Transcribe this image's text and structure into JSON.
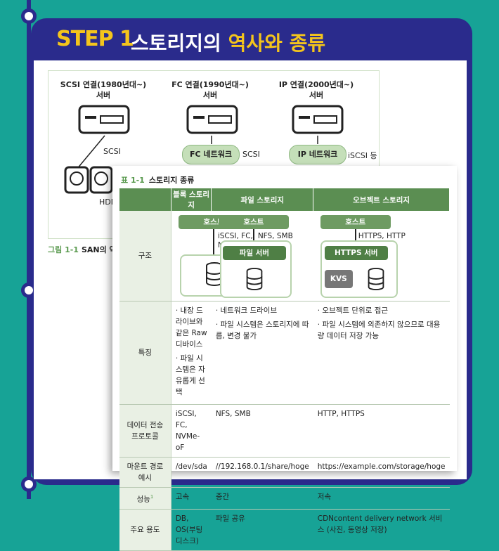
{
  "header": {
    "step": "STEP 1",
    "title_plain": "스토리지의",
    "title_emph": "역사와 종류"
  },
  "figure": {
    "columns": [
      {
        "title1": "SCSI 연결(1980년대~)",
        "title2": "서버",
        "link": "SCSI",
        "net": ""
      },
      {
        "title1": "FC 연결(1990년대~)",
        "title2": "서버",
        "link": "SCSI",
        "net": "FC 네트워크"
      },
      {
        "title1": "IP 연결(2000년대~)",
        "title2": "서버",
        "link": "iSCSI 등",
        "net": "IP 네트워크"
      }
    ],
    "hdd_label": "HDD",
    "caption_num": "그림 1-1",
    "caption_text": "SAN의 역사"
  },
  "table": {
    "label": "표 1-1",
    "title": "스토리지 종류",
    "headers": [
      "블록 스토리지",
      "파일 스토리지",
      "오브젝트 스토리지"
    ],
    "structure": {
      "row_label": "구조",
      "host": "호스트",
      "block_proto": "iSCSI, FC, NVMe-oF",
      "file_proto": "NFS, SMB",
      "file_server": "파일 서버",
      "object_proto": "HTTPS, HTTP",
      "object_server": "HTTPS 서버",
      "kvs": "KVS"
    },
    "features": {
      "row_label": "특징",
      "block": [
        "내장 드라이브와 같은 Raw 디바이스",
        "파일 시스템은 자유롭게 선택"
      ],
      "file": [
        "네트워크 드라이브",
        "파일 시스템은 스토리지에 따름, 변경 불가"
      ],
      "object": [
        "오브젝트 단위로 접근",
        "파일 시스템에 의존하지 않으므로 대용량 데이터 저장 가능"
      ]
    },
    "rows": [
      {
        "label": "데이터 전송 프로토콜",
        "block": "iSCSI, FC, NVMe-oF",
        "file": "NFS, SMB",
        "object": "HTTP, HTTPS"
      },
      {
        "label": "마운트 경로 예시",
        "block": "/dev/sda",
        "file": "//192.168.0.1/share/hoge",
        "object": "https://example.com/storage/hoge"
      },
      {
        "label": "성능",
        "block": "고속",
        "file": "중간",
        "object": "저속"
      },
      {
        "label": "주요 용도",
        "block": "DB, OS(부팅 디스크)",
        "file": "파일 공유",
        "object": "CDNcontent delivery network 서비스 (사진, 동영상 저장)"
      }
    ],
    "perf_footnote": "1"
  },
  "colors": {
    "bg": "#17a396",
    "frame": "#2a2b8c",
    "accent": "#f4c51c",
    "green": "#5b8e52"
  }
}
